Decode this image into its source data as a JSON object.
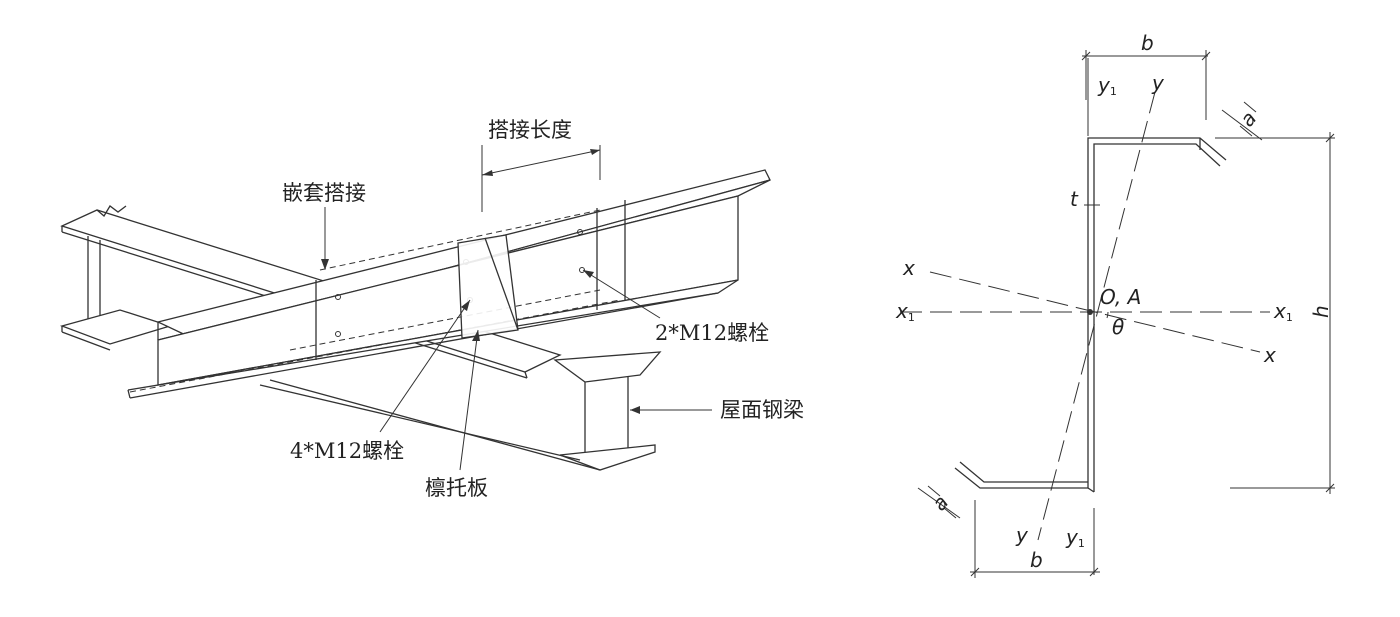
{
  "left_figure": {
    "label_overlap_length": "搭接长度",
    "label_nested_lap": "嵌套搭接",
    "label_bolts_2": "2*M12螺栓",
    "label_bolts_4": "4*M12螺栓",
    "label_purlin_plate": "檩托板",
    "label_roof_beam": "屋面钢梁"
  },
  "right_figure": {
    "dim_b_top": "b",
    "dim_b_bottom": "b",
    "dim_h": "h",
    "dim_t": "t",
    "dim_a_top": "a",
    "dim_a_bottom": "a",
    "axis_y": "y",
    "axis_y_bottom": "y",
    "axis_y1": "y",
    "axis_y1_sub": "1",
    "axis_y1_bottom": "y",
    "axis_y1_bottom_sub": "1",
    "axis_x_left": "x",
    "axis_x_right": "x",
    "axis_x1_left": "x",
    "axis_x1_left_sub": "1",
    "axis_x1_right": "x",
    "axis_x1_right_sub": "1",
    "centroid_label": "O, A",
    "angle_label": "θ"
  }
}
